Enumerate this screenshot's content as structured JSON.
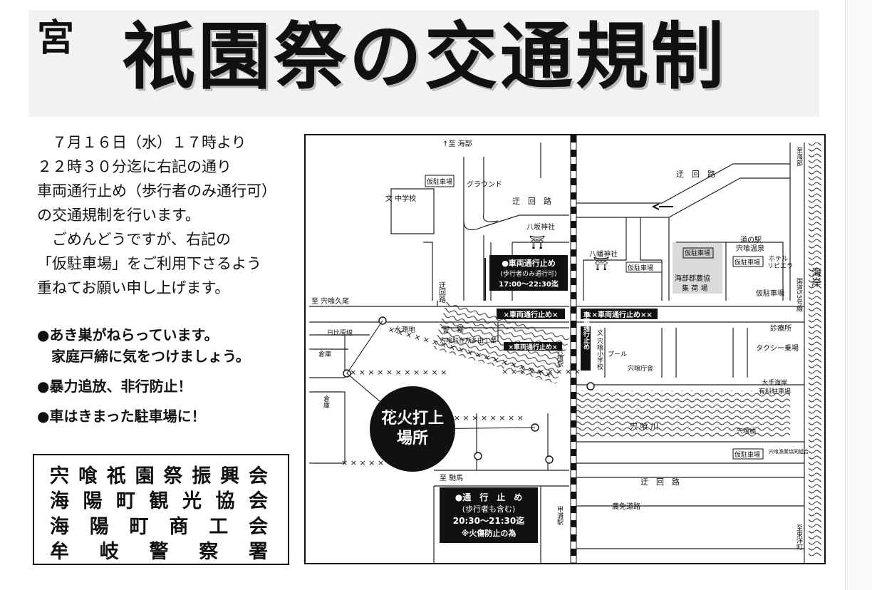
{
  "header": {
    "mark": "宮",
    "title": "祇園祭の交通規制"
  },
  "intro": "　７月１６日（水）１７時より\n２２時３０分迄に右記の通り\n車両通行止め（歩行者のみ通行可）\nの交通規制を行います。\n　ごめんどうですが、右記の\n「仮駐車場」をご利用下さるよう\n重ねてお願い申し上げます。",
  "bullets": [
    "●あき巣がねらっています。\n　家庭戸締に気をつけましょう。",
    "●暴力追放、非行防止！",
    "●車はきまった駐車場に！"
  ],
  "organizers": [
    "宍喰祇園祭振興会",
    "海陽町観光協会",
    "海陽町商工会",
    "牟岐警察署"
  ],
  "map": {
    "fireworks": [
      "花火打上",
      "場所"
    ],
    "notice_vehicle": [
      "●車両通行止め",
      "(歩行者のみ通行可)",
      "17:00～22:30迄"
    ],
    "notice_all": [
      "●通　行　止　め",
      "(歩行者も含む)",
      "20:30～21:30迄",
      "※火傷防止の為"
    ],
    "closures": [
      "×車両通行止め×",
      "××車両通行止め××",
      "×車両通行止め×",
      "車両通行止め"
    ],
    "labels": {
      "kaifu_top": "↑至 海部",
      "ground": "グラウンド",
      "detour1": "迂　回　路",
      "detour2": "迂　回　路",
      "detour3": "迂　回　路",
      "detour_v": "迂回路",
      "school": "文 中学校",
      "temp_parking1": "仮駐車場",
      "yasaka": "八坂神社",
      "hachiman": "八幡神社",
      "temp_parking2": "仮駐車場",
      "temp_parking3": "仮駐車場",
      "temp_parking4": "仮駐車場",
      "temp_parking5": "仮駐車場",
      "temp_parking6": "仮駐車場",
      "michinoeki": "道の駅",
      "onsen": "宍喰温泉",
      "hotel": "ホテル",
      "riviera": "リビエラ",
      "nokyo": "海部郡農協",
      "shukajo": "集 荷 場",
      "route55": "国道55号線",
      "kaigan": "海岸",
      "to_kaifu_right": "至海部",
      "to_toyo": "至東洋町",
      "to_shishikuikuo": "至 宍喰久尾",
      "suigenchi": "水源地",
      "keisatsu": "警　察",
      "chuzaisho": "宍喰駐在所",
      "tada": "多田工業",
      "hibi": "日比原線",
      "kura1": "倉庫",
      "kura2": "倉庫",
      "shishikui_station": "宍喰駅",
      "elem_school": "文 宍喰小学校",
      "pool": "プール",
      "chosha": "宍喰庁舎",
      "shinryojo": "診療所",
      "taxi": "タクシー乗場",
      "ote": "大手海岸",
      "yuryo": "有料駐車場",
      "river": "宍 喰 川",
      "bridge": "宍喰橋",
      "gyokyo": "宍喰漁業協同組合",
      "to_tobi": "至 馳馬",
      "nomen": "農免道路",
      "kanoura": "甲浦駅"
    }
  }
}
